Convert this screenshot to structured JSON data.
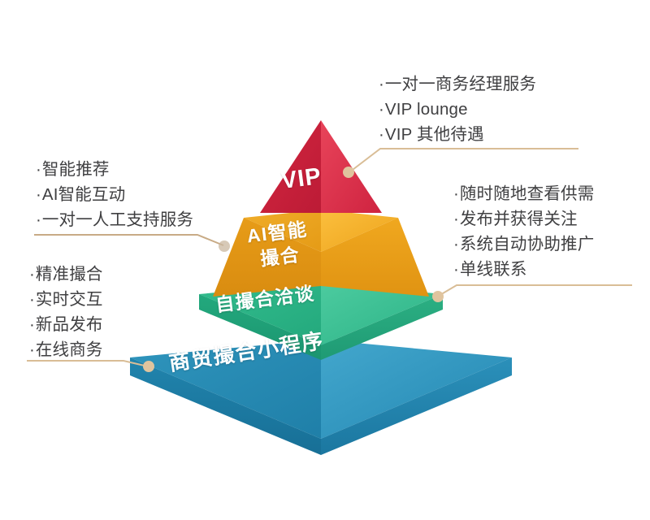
{
  "diagram": {
    "type": "pyramid",
    "title": "",
    "background_color": "#ffffff",
    "connector_color": "#d9bd96",
    "text_color": "#3f3f41",
    "tiers": [
      {
        "id": "vip",
        "level": 1,
        "label": "VIP",
        "label_lines": [
          "VIP"
        ],
        "color": "#d42a43",
        "color_left": "#c7203b",
        "color_right": "#e03b4e"
      },
      {
        "id": "ai-matching",
        "level": 2,
        "label": "AI智能撮合",
        "label_lines": [
          "AI智能",
          "撮合"
        ],
        "color": "#f2a91f",
        "color_left": "#e8a41e",
        "color_right": "#f6b733"
      },
      {
        "id": "self-matching",
        "level": 3,
        "label": "自撮合洽谈",
        "label_lines": [
          "自撮合洽谈"
        ],
        "color": "#2cb98b",
        "color_left": "#23ab7e",
        "color_right": "#3fc79a"
      },
      {
        "id": "mini-program",
        "level": 4,
        "label": "商贸撮合小程序",
        "label_lines": [
          "商贸撮合小程序"
        ],
        "color": "#2a8fb8",
        "color_left": "#2385ae",
        "color_right": "#3aa3c9"
      }
    ],
    "callouts": [
      {
        "id": "vip-benefits",
        "target_tier": "vip",
        "position": "top-right",
        "items": [
          "一对一商务经理服务",
          "VIP lounge",
          "VIP 其他待遇"
        ]
      },
      {
        "id": "ai-features",
        "target_tier": "ai-matching",
        "position": "left",
        "items": [
          "智能推荐",
          "AI智能互动",
          "一对一人工支持服务"
        ]
      },
      {
        "id": "market-features",
        "target_tier": "self-matching",
        "position": "right",
        "items": [
          "随时随地查看供需",
          "发布并获得关注",
          "系统自动协助推广",
          "单线联系"
        ]
      },
      {
        "id": "base-features",
        "target_tier": "mini-program",
        "position": "lower-left",
        "items": [
          "精准撮合",
          "实时交互",
          "新品发布",
          "在线商务"
        ]
      }
    ],
    "bullet_char": "·"
  }
}
